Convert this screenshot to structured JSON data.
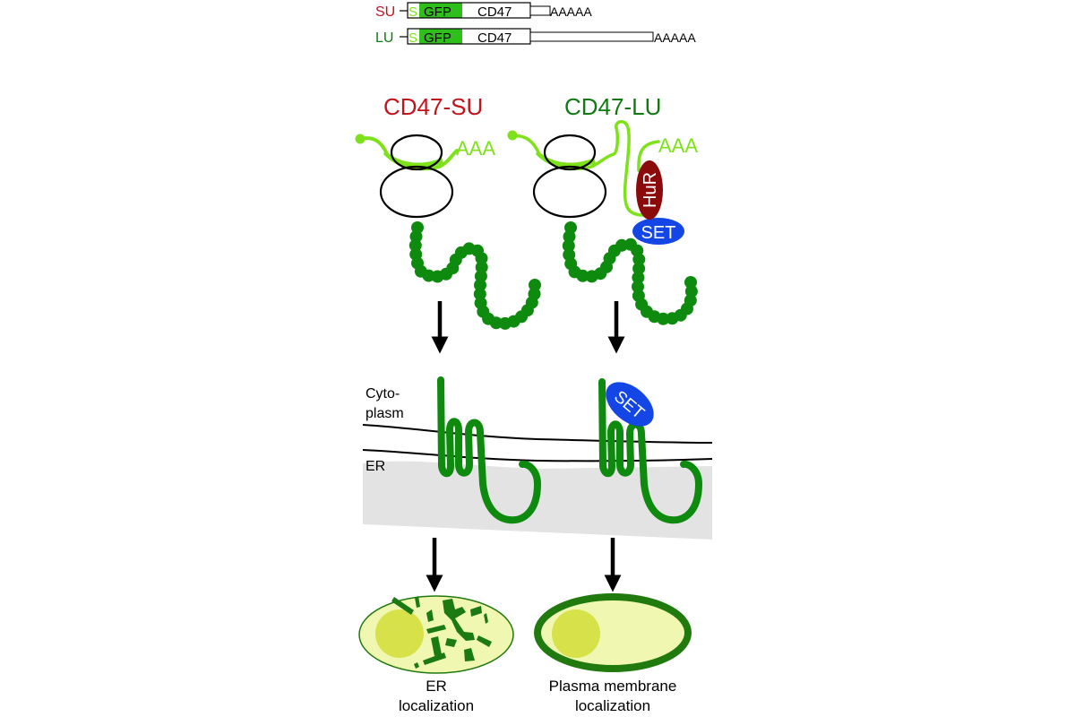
{
  "colors": {
    "su_red": "#c0141c",
    "lu_green": "#127a12",
    "lime": "#7ee21a",
    "gfp_green": "#2fbf1a",
    "protein_green": "#0e8a0e",
    "hur_maroon": "#8b0a0a",
    "set_blue": "#1446e6",
    "er_gray": "#e3e3e3",
    "cell_fill": "#f0f7b0",
    "nucleus_fill": "#d7e24a",
    "cell_border": "#217a0e"
  },
  "constructs": [
    {
      "label": "SU",
      "signal": "S",
      "tag": "GFP",
      "gene": "CD47",
      "tail": "AAAAA",
      "utr_length": "short"
    },
    {
      "label": "LU",
      "signal": "S",
      "tag": "GFP",
      "gene": "CD47",
      "tail": "AAAAA",
      "utr_length": "long"
    }
  ],
  "panels": {
    "su": {
      "title": "CD47-SU",
      "mrna_tail": "AAA",
      "bead_count": 30,
      "membrane_protein": "CD47",
      "outcome_line1": "ER",
      "outcome_line2": "localization"
    },
    "lu": {
      "title": "CD47-LU",
      "mrna_tail": "AAA",
      "rbp": "HuR",
      "adaptor": "SET",
      "membrane_adaptor": "SET",
      "bead_count": 30,
      "outcome_line1": "Plasma membrane",
      "outcome_line2": "localization"
    }
  },
  "compartments": {
    "cytoplasm_line1": "Cyto-",
    "cytoplasm_line2": "plasm",
    "er": "ER"
  }
}
